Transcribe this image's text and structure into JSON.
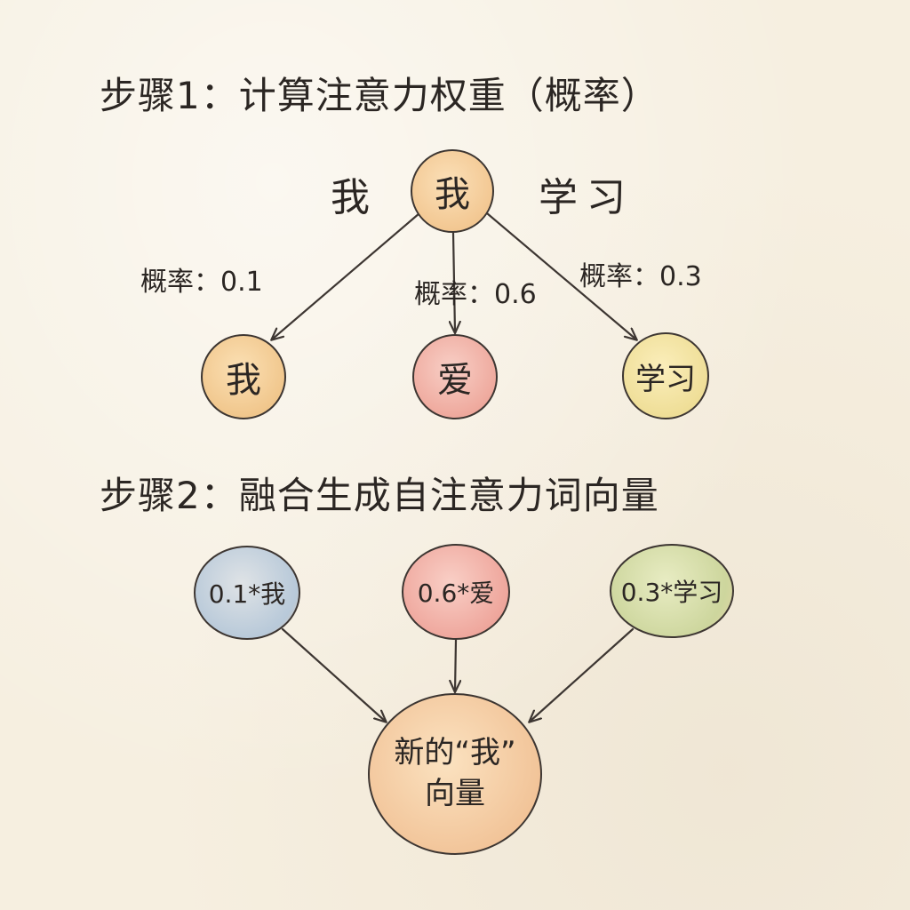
{
  "step1": {
    "title": "步骤1：计算注意力权重（概率）",
    "sequence_left": "我",
    "query_token": "我",
    "sequence_right": "学习",
    "targets": [
      {
        "token": "我",
        "prob_label": "概率：0.1"
      },
      {
        "token": "爱",
        "prob_label": "概率：0.6"
      },
      {
        "token": "学习",
        "prob_label": "概率：0.3"
      }
    ]
  },
  "step2": {
    "title": "步骤2：融合生成自注意力词向量",
    "weighted": [
      {
        "label": "0.1*我"
      },
      {
        "label": "0.6*爱"
      },
      {
        "label": "0.3*学习"
      }
    ],
    "result_line1": "新的“我”",
    "result_line2": "向量"
  },
  "colors": {
    "ink": "#2b2623",
    "paper": "#f6efe0",
    "node_orange": "#f2c690",
    "node_red": "#eea79b",
    "node_yellow": "#eedd95",
    "node_blue": "#b8c9d9",
    "node_green": "#cdd69d"
  }
}
